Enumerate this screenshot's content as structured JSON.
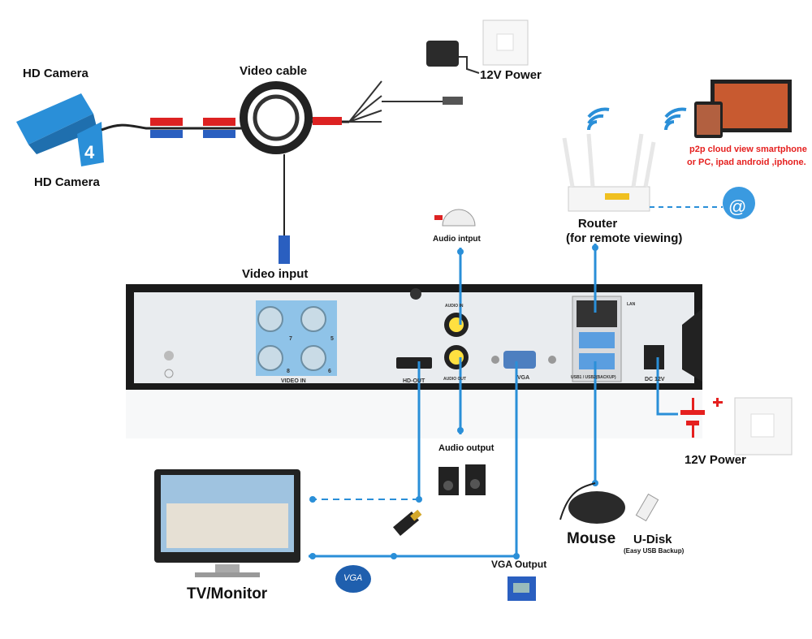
{
  "labels": {
    "hd_camera_top": "HD Camera",
    "hd_camera_bottom": "HD Camera",
    "video_cable": "Video cable",
    "power_top": "12V Power",
    "video_input": "Video input",
    "audio_input": "Audio intput",
    "router": "Router",
    "router_sub": "(for remote viewing)",
    "cloud_line1": "p2p cloud  view smartphone",
    "cloud_line2": "or PC, ipad android ,iphone.",
    "audio_output": "Audio output",
    "power_right": "12V Power",
    "mouse": "Mouse",
    "udisk": "U-Disk",
    "udisk_sub": "(Easy USB Backup)",
    "vga_output": "VGA Output",
    "vga_badge": "VGA",
    "tv_monitor": "TV/Monitor"
  },
  "panel": {
    "video_in": "VIDEO IN",
    "ch7": "7",
    "ch5": "5",
    "ch8": "8",
    "ch6": "6",
    "hd_out": "HD-OUT",
    "audio_in": "AUDIO IN",
    "audio_out": "AUDIO OUT",
    "vga": "VGA",
    "lan": "LAN",
    "usb": "USB1 / USB2(BACKUP)",
    "dc": "DC 12V"
  },
  "colors": {
    "line": "#2a8fd8",
    "panel": "#e9ecef",
    "video_block": "#8fc3e8",
    "accent_red": "#e5201f"
  }
}
